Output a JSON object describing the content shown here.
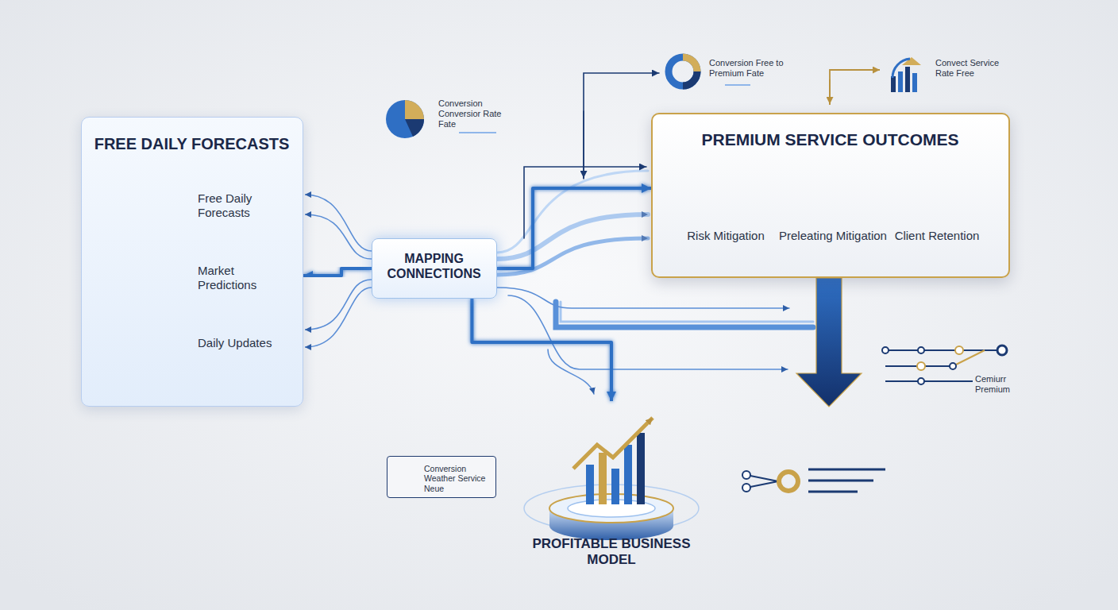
{
  "diagram": {
    "nodes": [
      {
        "text": [
          "FREE DAILY FORECASTS",
          "Free Daily Forecasts",
          "Market Predictions",
          "Daily Updates"
        ]
      },
      {
        "text": [
          "MAPPING CONNECTIONS"
        ]
      },
      {
        "text": [
          "PREMIUM SERVICE OUTCOMES",
          "Risk Mitigation",
          "Preleating Mitigation",
          "Client Retention"
        ]
      },
      {
        "text": [
          "Conversion Weather Service Neue"
        ]
      },
      {
        "text": [
          "PROFITABLE BUSINESS MODEL"
        ]
      }
    ],
    "edges": [
      {
        "from": 1,
        "to": 0,
        "arrow": "to"
      },
      {
        "from": 1,
        "to": 2,
        "arrow": "to"
      },
      {
        "from": 1,
        "to": 4,
        "arrow": "to"
      }
    ],
    "labels": [
      "Conversion Conversior Rate Fate",
      "Conversion Free to Premium Fate",
      "Convect Service Rate Free",
      "Cemiurr Premium"
    ]
  }
}
